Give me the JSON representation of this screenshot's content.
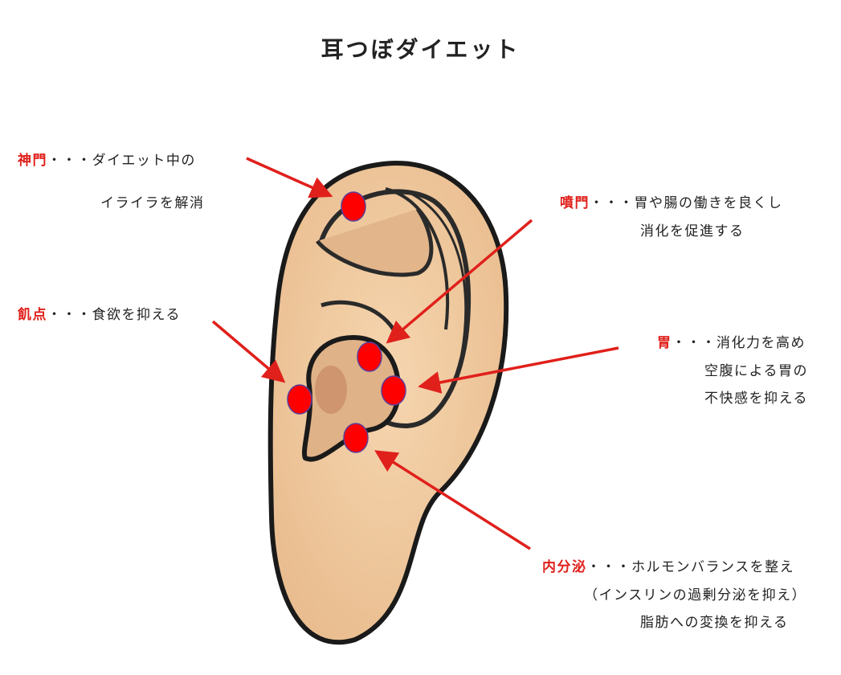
{
  "title": "耳つぼダイエット",
  "points": [
    {
      "name": "神門",
      "lines": [
        "・・・ダイエット中の",
        "イライラを解消"
      ]
    },
    {
      "name": "噴門",
      "lines": [
        "・・・胃や腸の働きを良くし",
        "消化を促進する"
      ]
    },
    {
      "name": "飢点",
      "lines": [
        "・・・食欲を抑える"
      ]
    },
    {
      "name": "胃",
      "lines": [
        "・・・消化力を高め",
        "空腹による胃の",
        "不快感を抑える"
      ]
    },
    {
      "name": "内分泌",
      "lines": [
        "・・・ホルモンバランスを整え",
        "（インスリンの過剰分泌を抑え）",
        "脂肪への変換を抑える"
      ]
    }
  ],
  "colors": {
    "accent": "#e0201b",
    "skin": "#f2cda3",
    "dot": "#ff0000"
  }
}
